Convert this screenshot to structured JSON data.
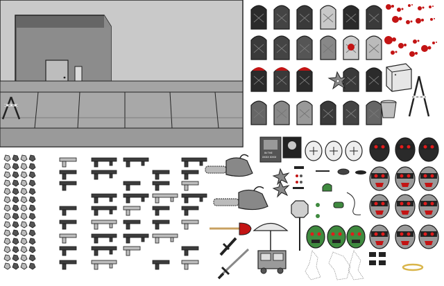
{
  "sheet": {
    "background": "#ffffff",
    "poster_labels": [
      "IN THE",
      "XXXX XXXX"
    ]
  },
  "palette": {
    "wall_dark": "#6a6a6a",
    "wall_light": "#d2d2d2",
    "floor": "#b5b5b5",
    "ink": "#1c1c1c",
    "gun_dark": "#3c3c3c",
    "gun_light": "#bdbdbd",
    "blood": "#c31414",
    "zombie_green": "#3f8a3f",
    "head_dark": "#2a2a2a",
    "eye_red": "#e31b1b",
    "halo": "#d9b54a"
  },
  "icons": [
    "wall-scene",
    "door",
    "road-barrier",
    "hooded-torso-sprite",
    "blood-splatter",
    "shuriken-icon",
    "cabinet-box",
    "trash-can",
    "gun-sprite",
    "chainsaw-sprite",
    "stop-sign",
    "street-lamp",
    "vendor-cart",
    "plunger",
    "sword",
    "baton",
    "zombie-head",
    "masked-head",
    "halo-ring"
  ]
}
